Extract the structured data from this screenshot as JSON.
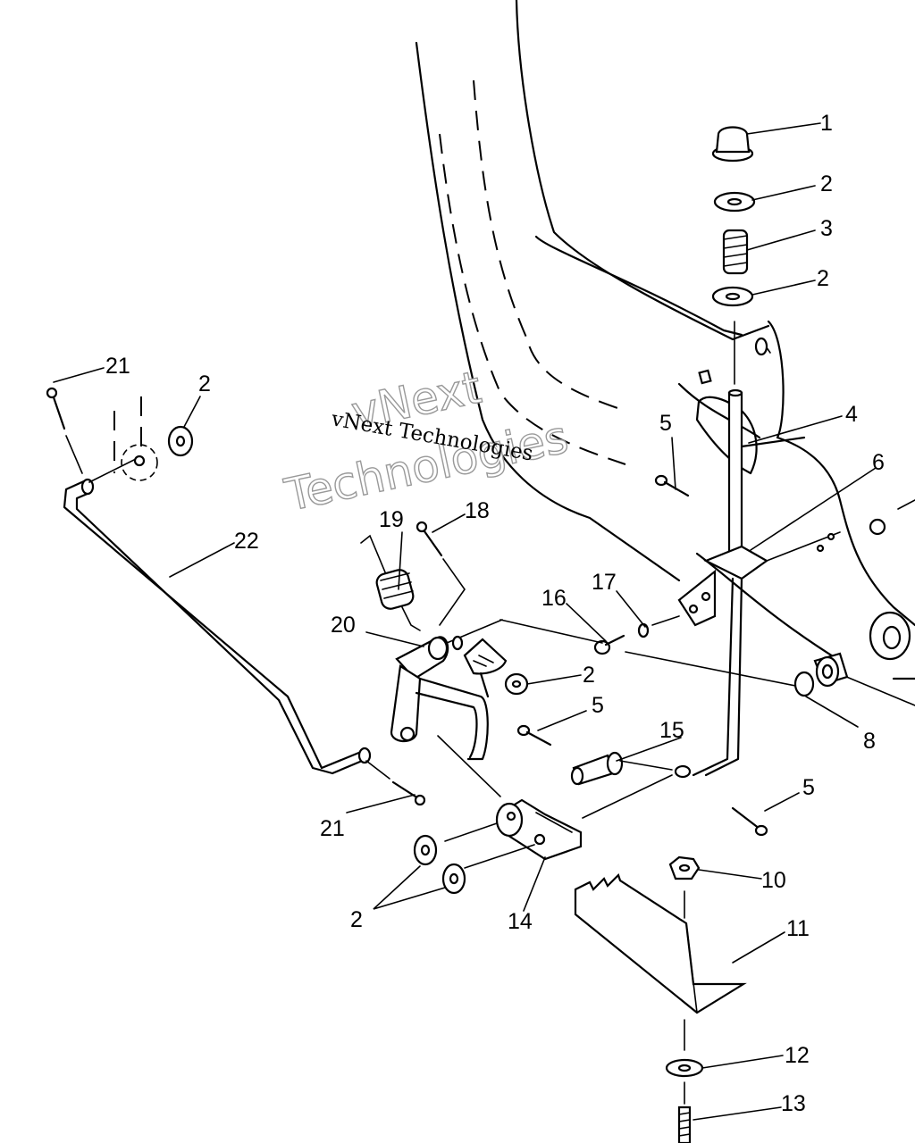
{
  "watermark": {
    "small": "vNext Technologies",
    "large_line1": "vNext",
    "large_line2": "Technologies"
  },
  "callouts": [
    "1",
    "2",
    "3",
    "2",
    "21",
    "2",
    "4",
    "5",
    "6",
    "19",
    "18",
    "22",
    "16",
    "17",
    "20",
    "2",
    "5",
    "15",
    "8",
    "5",
    "21",
    "10",
    "2",
    "14",
    "11",
    "12",
    "13"
  ]
}
